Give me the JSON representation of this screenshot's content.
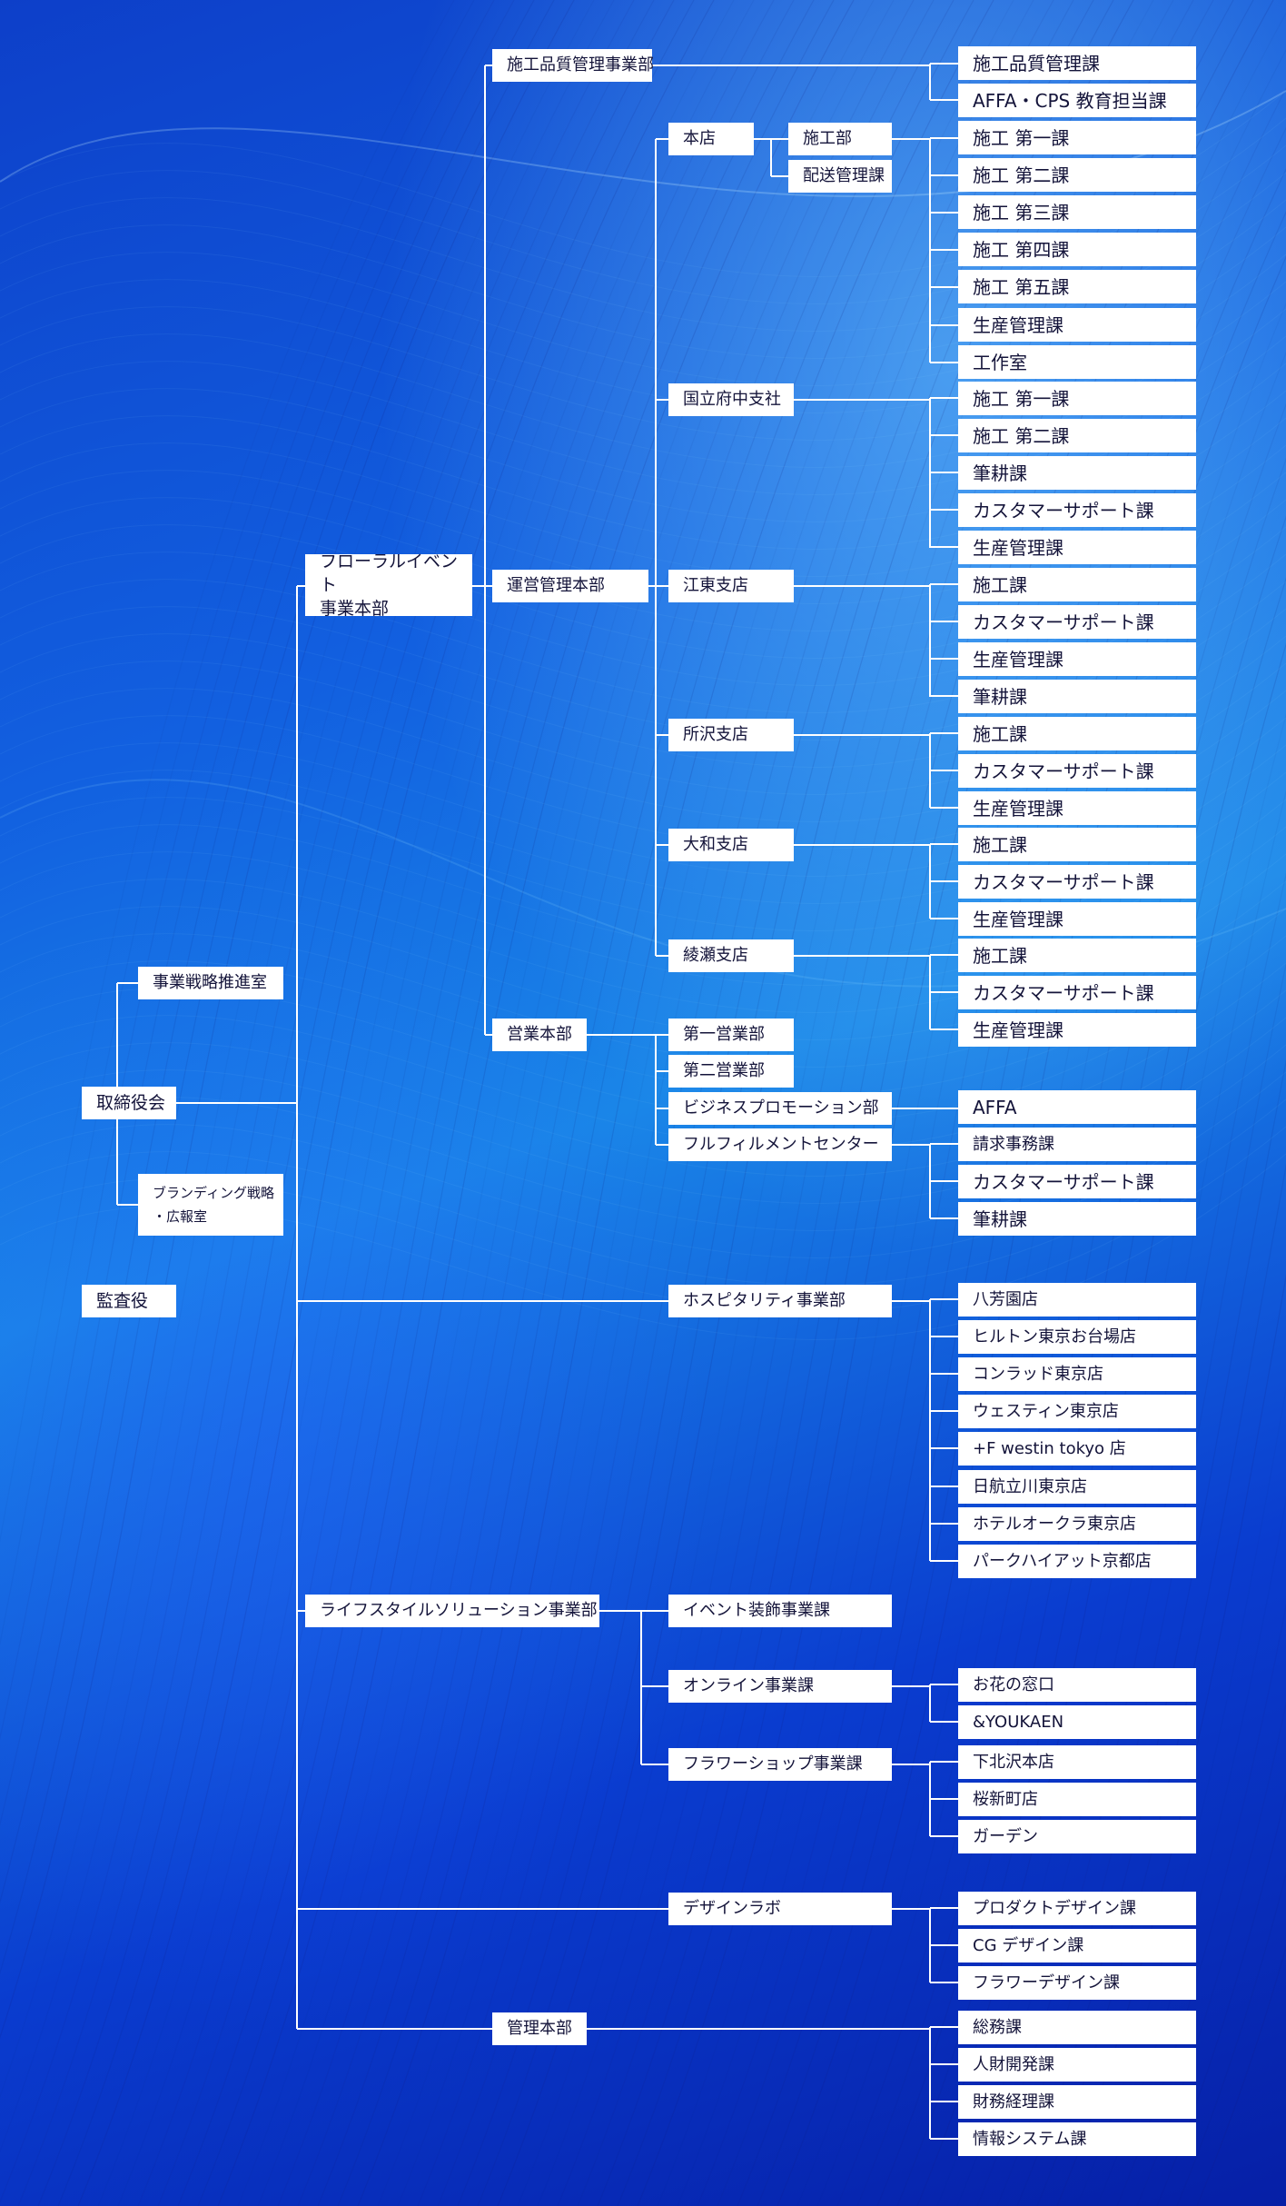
{
  "background": {
    "palette": [
      "#0d3fc9",
      "#1a86e8",
      "#061fa6"
    ]
  },
  "nodes": {
    "torishimari": "取締役会",
    "kansa": "監査役",
    "jigyo_senryaku": "事業戦略推進室",
    "branding": "ブランディング戦略\n・広報室",
    "floral": "フローラルイベント\n事業本部",
    "sekou_hinshitsu_bu": "施工品質管理事業部",
    "sekou_hinshitsu_ka": "施工品質管理課",
    "affa_cps": "AFFA・CPS 教育担当課",
    "unei": "運営管理本部",
    "honten": "本店",
    "sekoubu": "施工部",
    "haisou": "配送管理課",
    "honten_sections": [
      "施工 第一課",
      "施工 第二課",
      "施工 第三課",
      "施工 第四課",
      "施工 第五課",
      "生産管理課",
      "工作室"
    ],
    "kunitachi": "国立府中支社",
    "kunitachi_sections": [
      "施工 第一課",
      "施工 第二課",
      "筆耕課",
      "カスタマーサポート課",
      "生産管理課"
    ],
    "koto": "江東支店",
    "koto_sections": [
      "施工課",
      "カスタマーサポート課",
      "生産管理課",
      "筆耕課"
    ],
    "tokorozawa": "所沢支店",
    "tokorozawa_sections": [
      "施工課",
      "カスタマーサポート課",
      "生産管理課"
    ],
    "yamato": "大和支店",
    "yamato_sections": [
      "施工課",
      "カスタマーサポート課",
      "生産管理課"
    ],
    "ayase": "綾瀬支店",
    "ayase_sections": [
      "施工課",
      "カスタマーサポート課",
      "生産管理課"
    ],
    "eigyo": "営業本部",
    "eigyo1": "第一営業部",
    "eigyo2": "第二営業部",
    "business_promo": "ビジネスプロモーション部",
    "affa": "AFFA",
    "fulfillment": "フルフィルメントセンター",
    "fulfillment_sections": [
      "請求事務課",
      "カスタマーサポート課",
      "筆耕課"
    ],
    "hospitality": "ホスピタリティ事業部",
    "hospitality_sections": [
      "八芳園店",
      "ヒルトン東京お台場店",
      "コンラッド東京店",
      "ウェスティン東京店",
      "+F westin tokyo 店",
      "日航立川東京店",
      "ホテルオークラ東京店",
      "パークハイアット京都店"
    ],
    "lifestyle": "ライフスタイルソリューション事業部",
    "event_soshoku": "イベント装飾事業課",
    "online": "オンライン事業課",
    "online_sections": [
      "お花の窓口",
      "&YOUKAEN"
    ],
    "flowershop": "フラワーショップ事業課",
    "flowershop_sections": [
      "下北沢本店",
      "桜新町店",
      "ガーデン"
    ],
    "design_lab": "デザインラボ",
    "design_sections": [
      "プロダクトデザイン課",
      "CG デザイン課",
      "フラワーデザイン課"
    ],
    "kanri": "管理本部",
    "kanri_sections": [
      "総務課",
      "人財開発課",
      "財務経理課",
      "情報システム課"
    ]
  }
}
